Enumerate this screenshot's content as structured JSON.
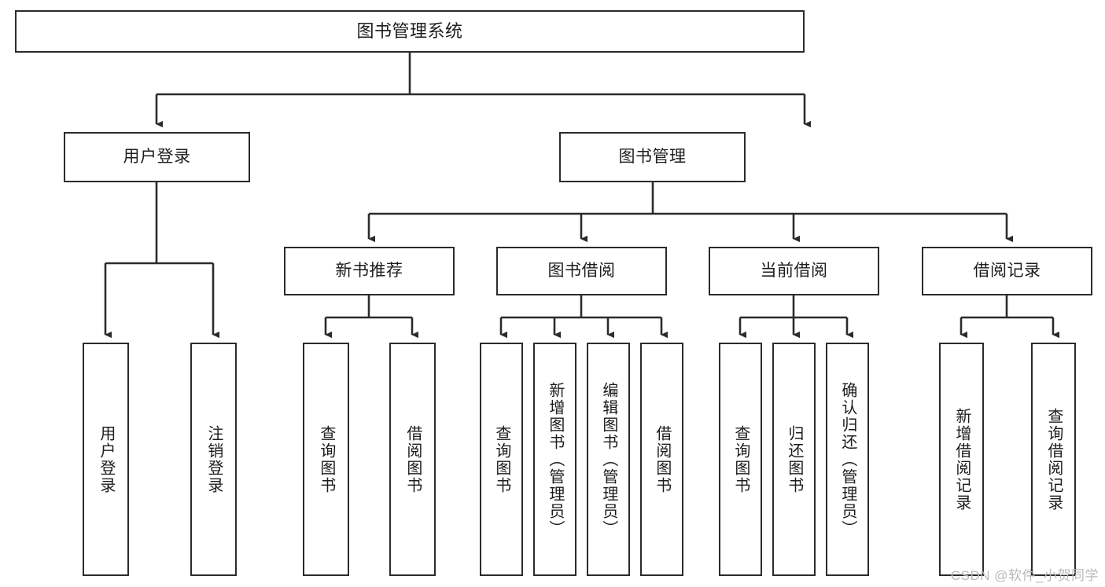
{
  "diagram": {
    "title": "图书管理系统",
    "type": "tree",
    "watermark": "CSDN @软件_小贺同学",
    "colors": {
      "box_border": "#2b2b2b",
      "box_fill": "#ffffff",
      "edge": "#2b2b2b",
      "text": "#1c1c1c",
      "watermark": "#b9b9b9"
    },
    "nodes": {
      "root": {
        "label": "图书管理系统",
        "level": 1,
        "orientation": "horizontal"
      },
      "user_login": {
        "label": "用户登录",
        "level": 2,
        "orientation": "horizontal"
      },
      "book_manage": {
        "label": "图书管理",
        "level": 2,
        "orientation": "horizontal"
      },
      "new_book_rec": {
        "label": "新书推荐",
        "level": 3,
        "orientation": "horizontal"
      },
      "book_borrow": {
        "label": "图书借阅",
        "level": 3,
        "orientation": "horizontal"
      },
      "current_borrow": {
        "label": "当前借阅",
        "level": 3,
        "orientation": "horizontal"
      },
      "borrow_record": {
        "label": "借阅记录",
        "level": 3,
        "orientation": "horizontal"
      },
      "leaf_user_login": {
        "label": "用户登录",
        "level": 4,
        "orientation": "vertical"
      },
      "leaf_logout": {
        "label": "注销登录",
        "level": 4,
        "orientation": "vertical"
      },
      "leaf_query_book_1": {
        "label": "查询图书",
        "level": 4,
        "orientation": "vertical"
      },
      "leaf_borrow_book_1": {
        "label": "借阅图书",
        "level": 4,
        "orientation": "vertical"
      },
      "leaf_query_book_2": {
        "label": "查询图书",
        "level": 4,
        "orientation": "vertical"
      },
      "leaf_add_book": {
        "label": "新增图书（管理员）",
        "level": 4,
        "orientation": "vertical"
      },
      "leaf_edit_book": {
        "label": "编辑图书（管理员）",
        "level": 4,
        "orientation": "vertical"
      },
      "leaf_borrow_book_2": {
        "label": "借阅图书",
        "level": 4,
        "orientation": "vertical"
      },
      "leaf_query_book_3": {
        "label": "查询图书",
        "level": 4,
        "orientation": "vertical"
      },
      "leaf_return_book": {
        "label": "归还图书",
        "level": 4,
        "orientation": "vertical"
      },
      "leaf_confirm_return": {
        "label": "确认归还（管理员）",
        "level": 4,
        "orientation": "vertical"
      },
      "leaf_add_record": {
        "label": "新增借阅记录",
        "level": 4,
        "orientation": "vertical"
      },
      "leaf_query_record": {
        "label": "查询借阅记录",
        "level": 4,
        "orientation": "vertical"
      }
    },
    "edges": [
      {
        "from": "root",
        "to": "user_login"
      },
      {
        "from": "root",
        "to": "book_manage"
      },
      {
        "from": "user_login",
        "to": "leaf_user_login"
      },
      {
        "from": "user_login",
        "to": "leaf_logout"
      },
      {
        "from": "book_manage",
        "to": "new_book_rec"
      },
      {
        "from": "book_manage",
        "to": "book_borrow"
      },
      {
        "from": "book_manage",
        "to": "current_borrow"
      },
      {
        "from": "book_manage",
        "to": "borrow_record"
      },
      {
        "from": "new_book_rec",
        "to": "leaf_query_book_1"
      },
      {
        "from": "new_book_rec",
        "to": "leaf_borrow_book_1"
      },
      {
        "from": "book_borrow",
        "to": "leaf_query_book_2"
      },
      {
        "from": "book_borrow",
        "to": "leaf_add_book"
      },
      {
        "from": "book_borrow",
        "to": "leaf_edit_book"
      },
      {
        "from": "book_borrow",
        "to": "leaf_borrow_book_2"
      },
      {
        "from": "current_borrow",
        "to": "leaf_query_book_3"
      },
      {
        "from": "current_borrow",
        "to": "leaf_return_book"
      },
      {
        "from": "current_borrow",
        "to": "leaf_confirm_return"
      },
      {
        "from": "borrow_record",
        "to": "leaf_add_record"
      },
      {
        "from": "borrow_record",
        "to": "leaf_query_record"
      }
    ]
  }
}
